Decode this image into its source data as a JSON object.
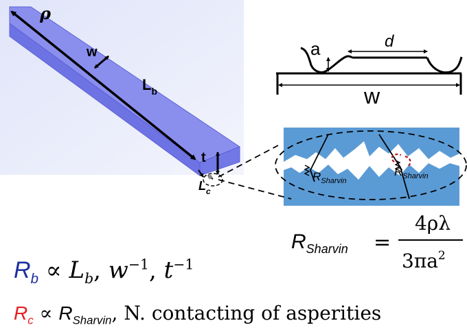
{
  "beam": {
    "label_rho": "ρ",
    "label_w": "w",
    "label_Lb_main": "L",
    "label_Lb_sub": "b",
    "label_t": "t",
    "label_Lc_main": "L",
    "label_Lc_sub": "c",
    "fill_color": "#7f85ea",
    "edge_color": "#5b61d6"
  },
  "cross_section": {
    "label_a": "a",
    "label_d": "d",
    "label_w": "w"
  },
  "contact_zoom": {
    "label_left_main": "R",
    "label_left_sub": "Sharvin",
    "label_right_main": "R",
    "label_right_sub": "Sharvin",
    "fill_color": "#5b9bd5"
  },
  "sharvin_formula": {
    "lhs_main": "R",
    "lhs_sub": "Sharvin",
    "equals": "=",
    "numerator": "4ρλ",
    "denominator_base": "3πa",
    "denominator_exp": "2"
  },
  "rb_relation": {
    "symbol_main": "R",
    "symbol_sub": "b",
    "propto": " ∝ ",
    "term1_main": "L",
    "term1_sub": "b",
    "sep1": ", ",
    "term2_main": "w",
    "term2_exp": "−1",
    "sep2": ", ",
    "term3_main": "t",
    "term3_exp": "−1",
    "symbol_color": "#1b2fa0"
  },
  "rc_relation": {
    "symbol_main": "R",
    "symbol_sub": "c",
    "propto": " ∝ ",
    "term_main": "R",
    "term_sub": "Sharvin",
    "tail": ", N. contacting of asperities",
    "symbol_color": "#e32020"
  }
}
